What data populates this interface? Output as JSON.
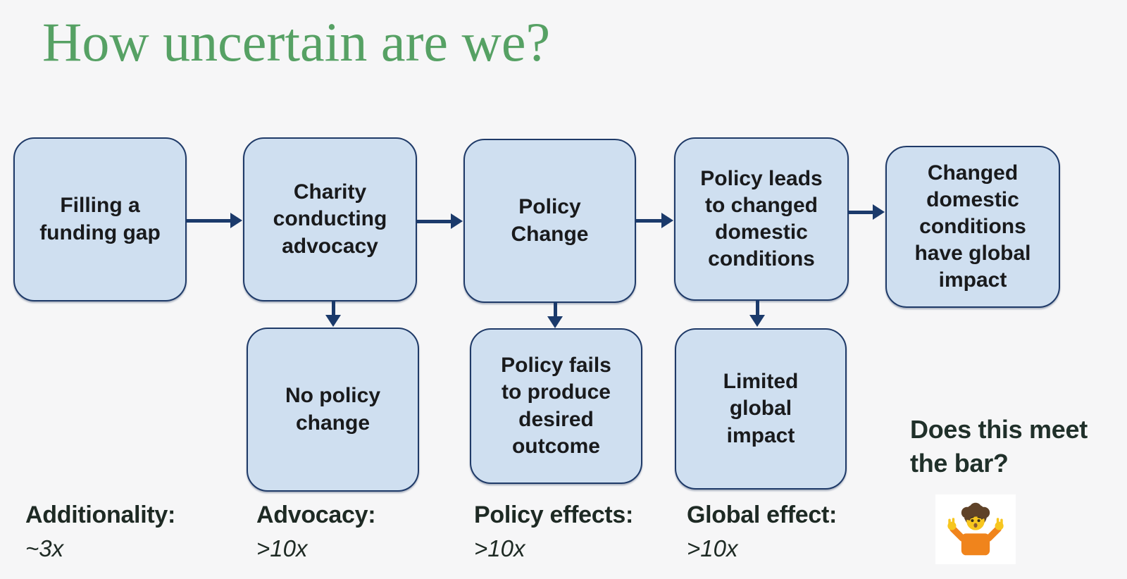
{
  "title": "How uncertain are we?",
  "colors": {
    "background": "#f6f6f7",
    "title_green": "#56a164",
    "box_fill": "#cfdff0",
    "box_border": "#1f3a68",
    "arrow_navy": "#1b3a6b",
    "box_text": "#191a1c",
    "label_text": "#1e2a24"
  },
  "flow": {
    "main_boxes": [
      {
        "label": "Filling a\nfunding gap"
      },
      {
        "label": "Charity\nconducting\nadvocacy"
      },
      {
        "label": "Policy\nChange"
      },
      {
        "label": "Policy leads\nto changed\ndomestic\nconditions"
      },
      {
        "label": "Changed\ndomestic\nconditions\nhave global\nimpact"
      }
    ],
    "failure_boxes": [
      {
        "label": "No policy\nchange"
      },
      {
        "label": "Policy fails\nto produce\ndesired\noutcome"
      },
      {
        "label": "Limited\nglobal\nimpact"
      }
    ]
  },
  "uncertainty_labels": [
    {
      "name": "Additionality:",
      "value": "~3x"
    },
    {
      "name": "Advocacy:",
      "value": ">10x"
    },
    {
      "name": "Policy effects:",
      "value": ">10x"
    },
    {
      "name": "Global effect:",
      "value": ">10x"
    }
  ],
  "question": {
    "text": "Does this meet\nthe bar?",
    "emoji_name": "person-shrugging"
  }
}
